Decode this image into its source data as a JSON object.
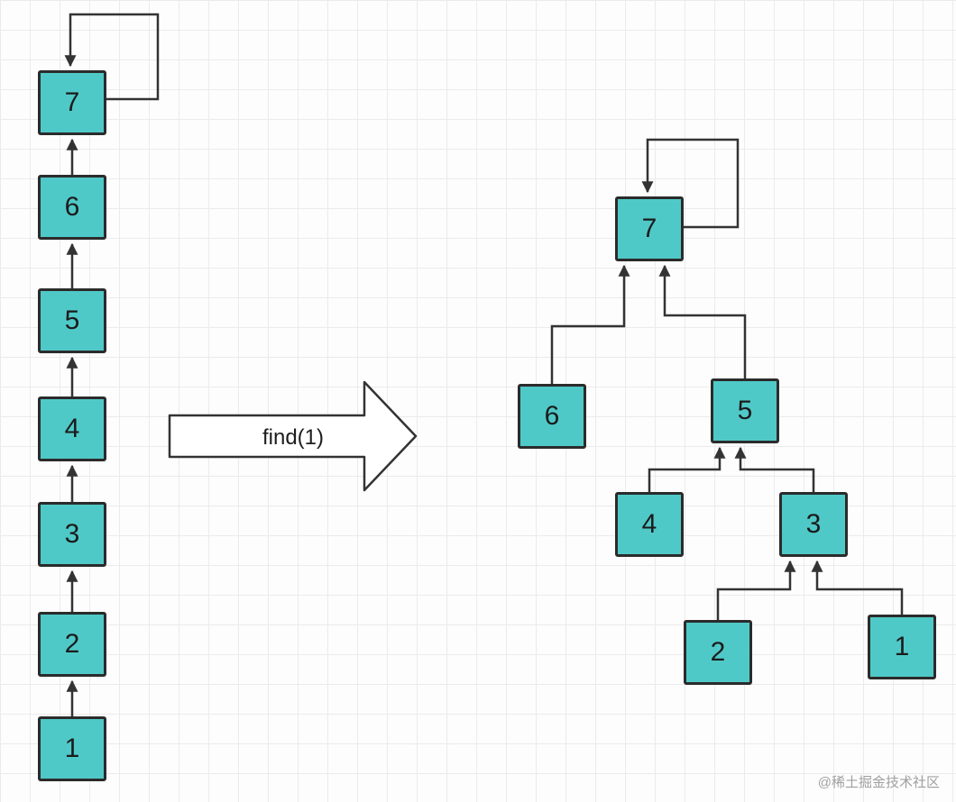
{
  "operation": {
    "label": "find(1)"
  },
  "watermark": {
    "text": "@稀土掘金技术社区"
  },
  "colors": {
    "node_fill": "#4fc9c7",
    "node_border": "#2b2b2b",
    "arrow": "#333333",
    "grid_line": "#ebebeb",
    "background": "#fdfdfd"
  },
  "left_chain": {
    "nodes": [
      {
        "value": "7"
      },
      {
        "value": "6"
      },
      {
        "value": "5"
      },
      {
        "value": "4"
      },
      {
        "value": "3"
      },
      {
        "value": "2"
      },
      {
        "value": "1"
      }
    ],
    "edges": [
      {
        "from": "1",
        "to": "2"
      },
      {
        "from": "2",
        "to": "3"
      },
      {
        "from": "3",
        "to": "4"
      },
      {
        "from": "4",
        "to": "5"
      },
      {
        "from": "5",
        "to": "6"
      },
      {
        "from": "6",
        "to": "7"
      },
      {
        "from": "7",
        "to": "7"
      }
    ]
  },
  "right_tree": {
    "nodes": [
      {
        "value": "7"
      },
      {
        "value": "6"
      },
      {
        "value": "5"
      },
      {
        "value": "4"
      },
      {
        "value": "3"
      },
      {
        "value": "2"
      },
      {
        "value": "1"
      }
    ],
    "edges": [
      {
        "from": "7",
        "to": "7"
      },
      {
        "from": "6",
        "to": "7"
      },
      {
        "from": "5",
        "to": "7"
      },
      {
        "from": "4",
        "to": "5"
      },
      {
        "from": "3",
        "to": "5"
      },
      {
        "from": "2",
        "to": "3"
      },
      {
        "from": "1",
        "to": "3"
      }
    ]
  }
}
